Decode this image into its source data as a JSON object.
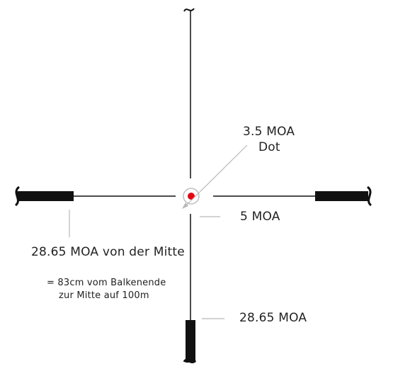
{
  "labels": {
    "dot_size_line1": "3.5 MOA",
    "dot_size_line2": "Dot",
    "gap": "5 MOA",
    "horizontal_distance": "28.65 MOA von der Mitte",
    "horizontal_note_line1": "= 83cm vom Balkenende",
    "horizontal_note_line2": "zur Mitte auf 100m",
    "vertical_distance": "28.65 MOA"
  },
  "colors": {
    "reticle": "#111111",
    "dot": "#e30613",
    "leader_line": "#b8b8b8",
    "text": "#222222"
  }
}
